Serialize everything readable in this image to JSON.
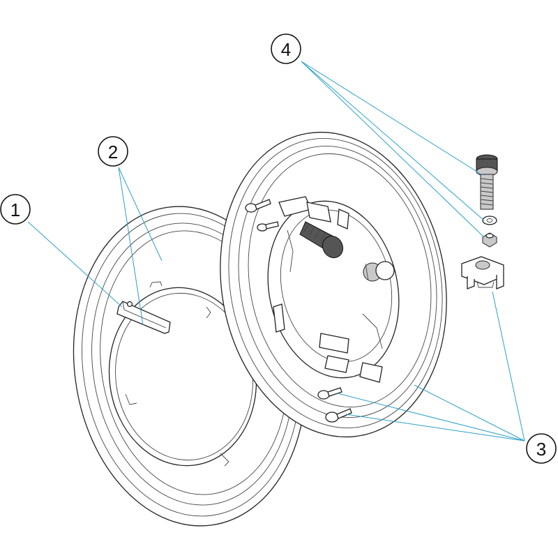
{
  "colors": {
    "leader": "#2aa0c8",
    "outline": "#222222"
  },
  "callouts": [
    {
      "label": "1",
      "part": "clip"
    },
    {
      "label": "2",
      "part": "front-trim-ring"
    },
    {
      "label": "3",
      "part": "housing-with-screws-and-nut"
    },
    {
      "label": "4",
      "part": "adjustment-screw-washer-nut"
    }
  ]
}
